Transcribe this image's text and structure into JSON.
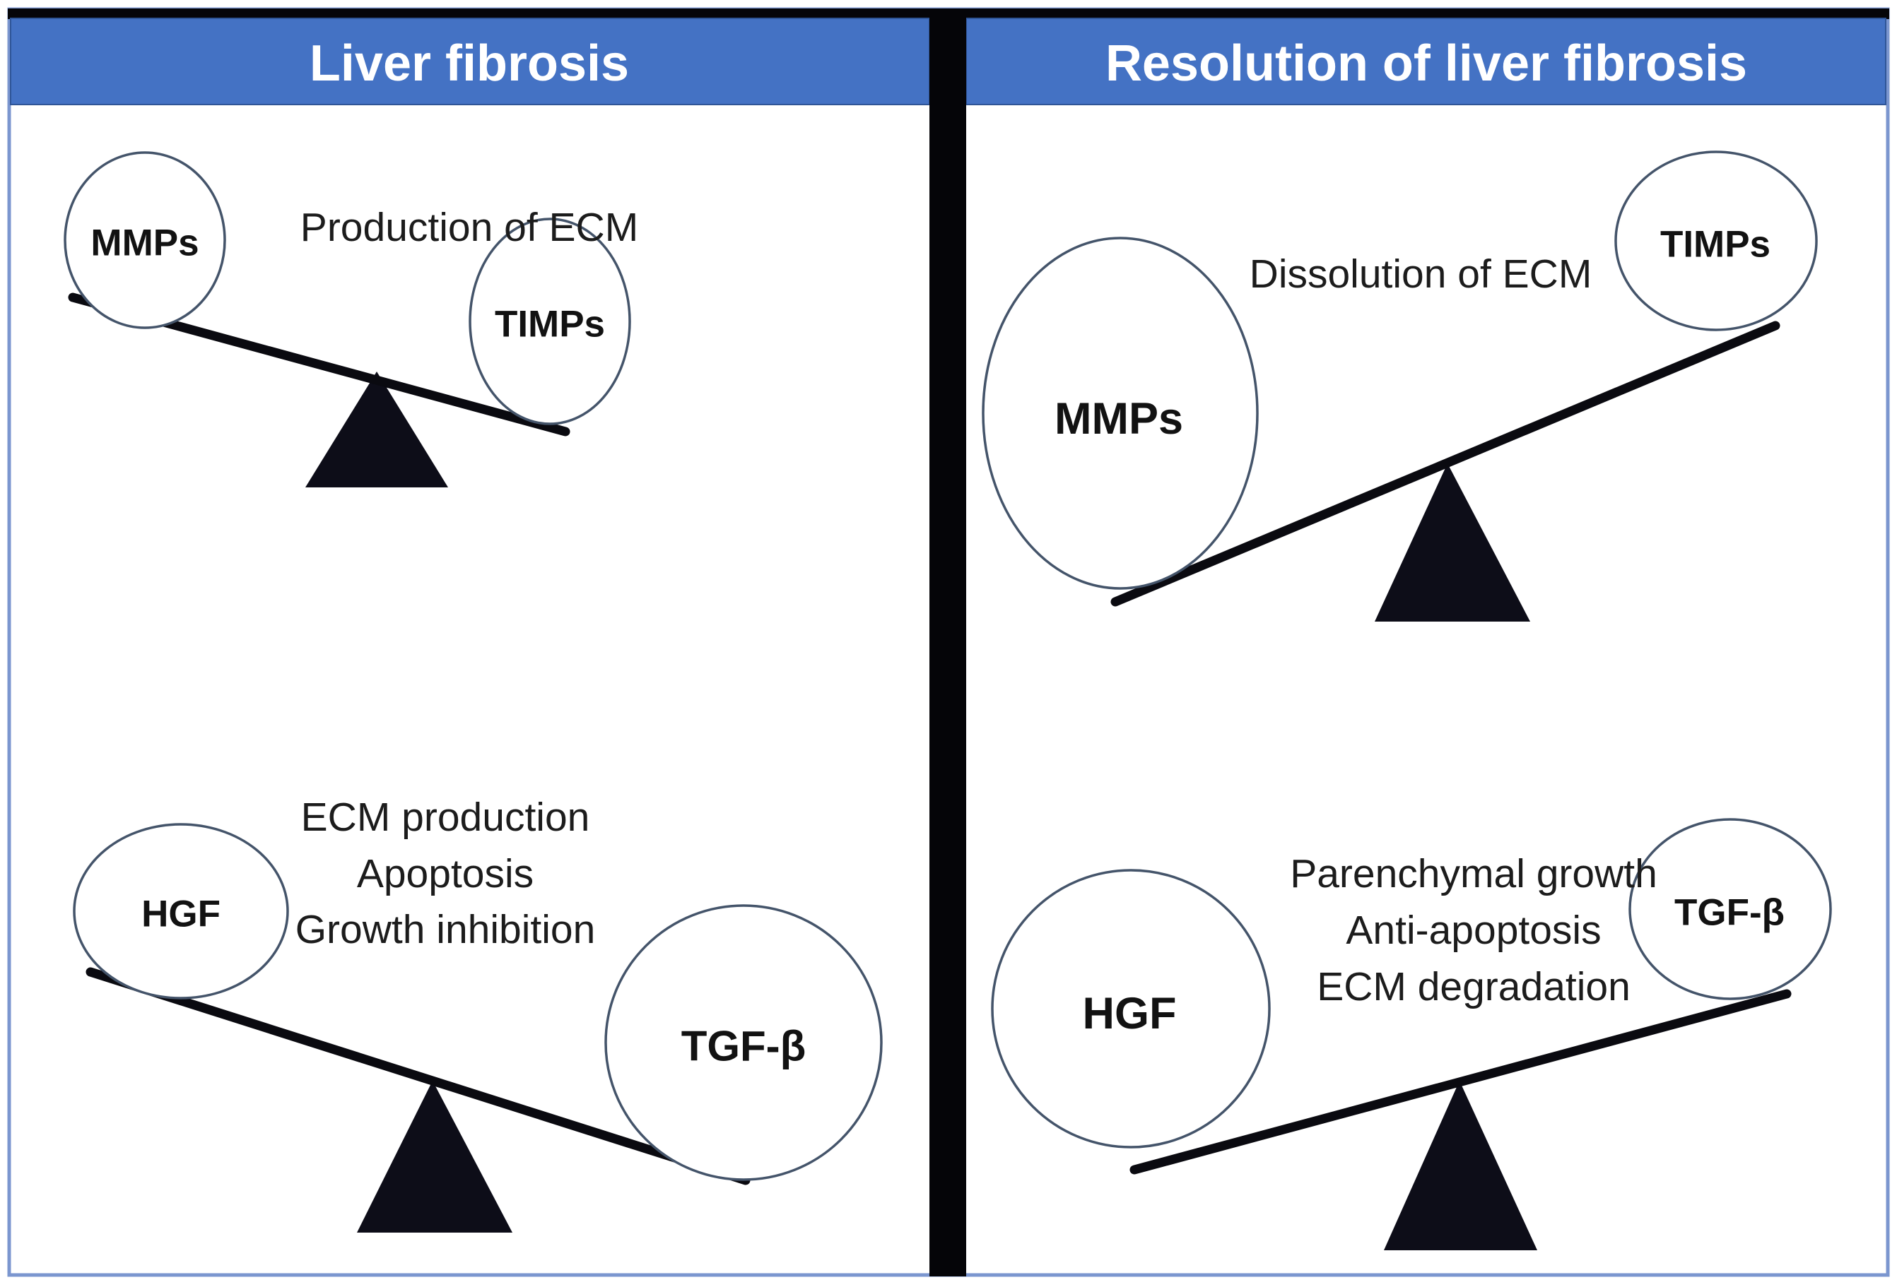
{
  "figure": {
    "type": "balance-seesaw-diagram",
    "colors": {
      "header_bg": "#4472C4",
      "header_edge": "#2F5597",
      "header_text": "#FFFFFF",
      "circle_stroke": "#44546A",
      "beam": "#0A0A10",
      "triangle": "#0D0D18",
      "divider": "#050508",
      "frame": "#7B96CF",
      "text": "#1A1A1A",
      "panel_bg": "#FFFFFF"
    },
    "panels": [
      {
        "id": "liver-fibrosis",
        "title": "Liver fibrosis",
        "scales": [
          {
            "caption_lines": [
              "Production of ECM"
            ],
            "left_weight": {
              "label": "MMPs",
              "state": "raised"
            },
            "right_weight": {
              "label": "TIMPs",
              "state": "lowered"
            },
            "tilt": "down-to-right"
          },
          {
            "caption_lines": [
              "ECM production",
              "Apoptosis",
              "Growth inhibition"
            ],
            "left_weight": {
              "label": "HGF",
              "state": "raised"
            },
            "right_weight": {
              "label": "TGF-β",
              "state": "lowered"
            },
            "tilt": "down-to-right"
          }
        ]
      },
      {
        "id": "resolution-of-liver-fibrosis",
        "title": "Resolution of liver fibrosis",
        "scales": [
          {
            "caption_lines": [
              "Dissolution of ECM"
            ],
            "left_weight": {
              "label": "MMPs",
              "state": "lowered"
            },
            "right_weight": {
              "label": "TIMPs",
              "state": "raised"
            },
            "tilt": "down-to-left"
          },
          {
            "caption_lines": [
              "Parenchymal growth",
              "Anti-apoptosis",
              "ECM degradation"
            ],
            "left_weight": {
              "label": "HGF",
              "state": "lowered"
            },
            "right_weight": {
              "label": "TGF-β",
              "state": "raised"
            },
            "tilt": "down-to-left"
          }
        ]
      }
    ]
  }
}
